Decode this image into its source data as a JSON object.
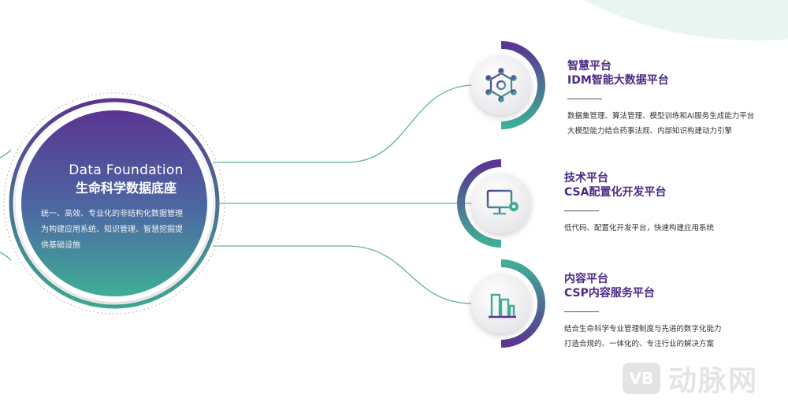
{
  "main": {
    "title_en": "Data Foundation",
    "title_cn": "生命科学数据底座",
    "desc": [
      "统一、高效、专业化的非结构化数据管理",
      "为构建应用系统、知识管理、智慧挖掘提",
      "供基础设施"
    ]
  },
  "platforms": [
    {
      "title": "智慧平台",
      "subtitle": "IDM智能大数据平台",
      "desc": [
        "数据集管理、算法管理、模型训练和AI服务生成能力平台",
        "大模型能力结合药事法规、内部知识构建动力引擎"
      ],
      "icon": "network-hub-icon"
    },
    {
      "title": "技术平台",
      "subtitle": "CSA配置化开发平台",
      "desc": [
        "低代码、配置化开发平台，快速构建应用系统"
      ],
      "icon": "monitor-gear-icon"
    },
    {
      "title": "内容平台",
      "subtitle": "CSP内容服务平台",
      "desc": [
        "结合生命科学专业管理制度与先进的数字化能力",
        "打造合规的、一体化的、专注行业的解决方案"
      ],
      "icon": "documents-icon"
    }
  ],
  "watermark": {
    "logo": "VB",
    "text": "动脉网"
  },
  "colors": {
    "purple": "#5a3592",
    "teal": "#3fae96",
    "text_title": "#4b2a85"
  }
}
